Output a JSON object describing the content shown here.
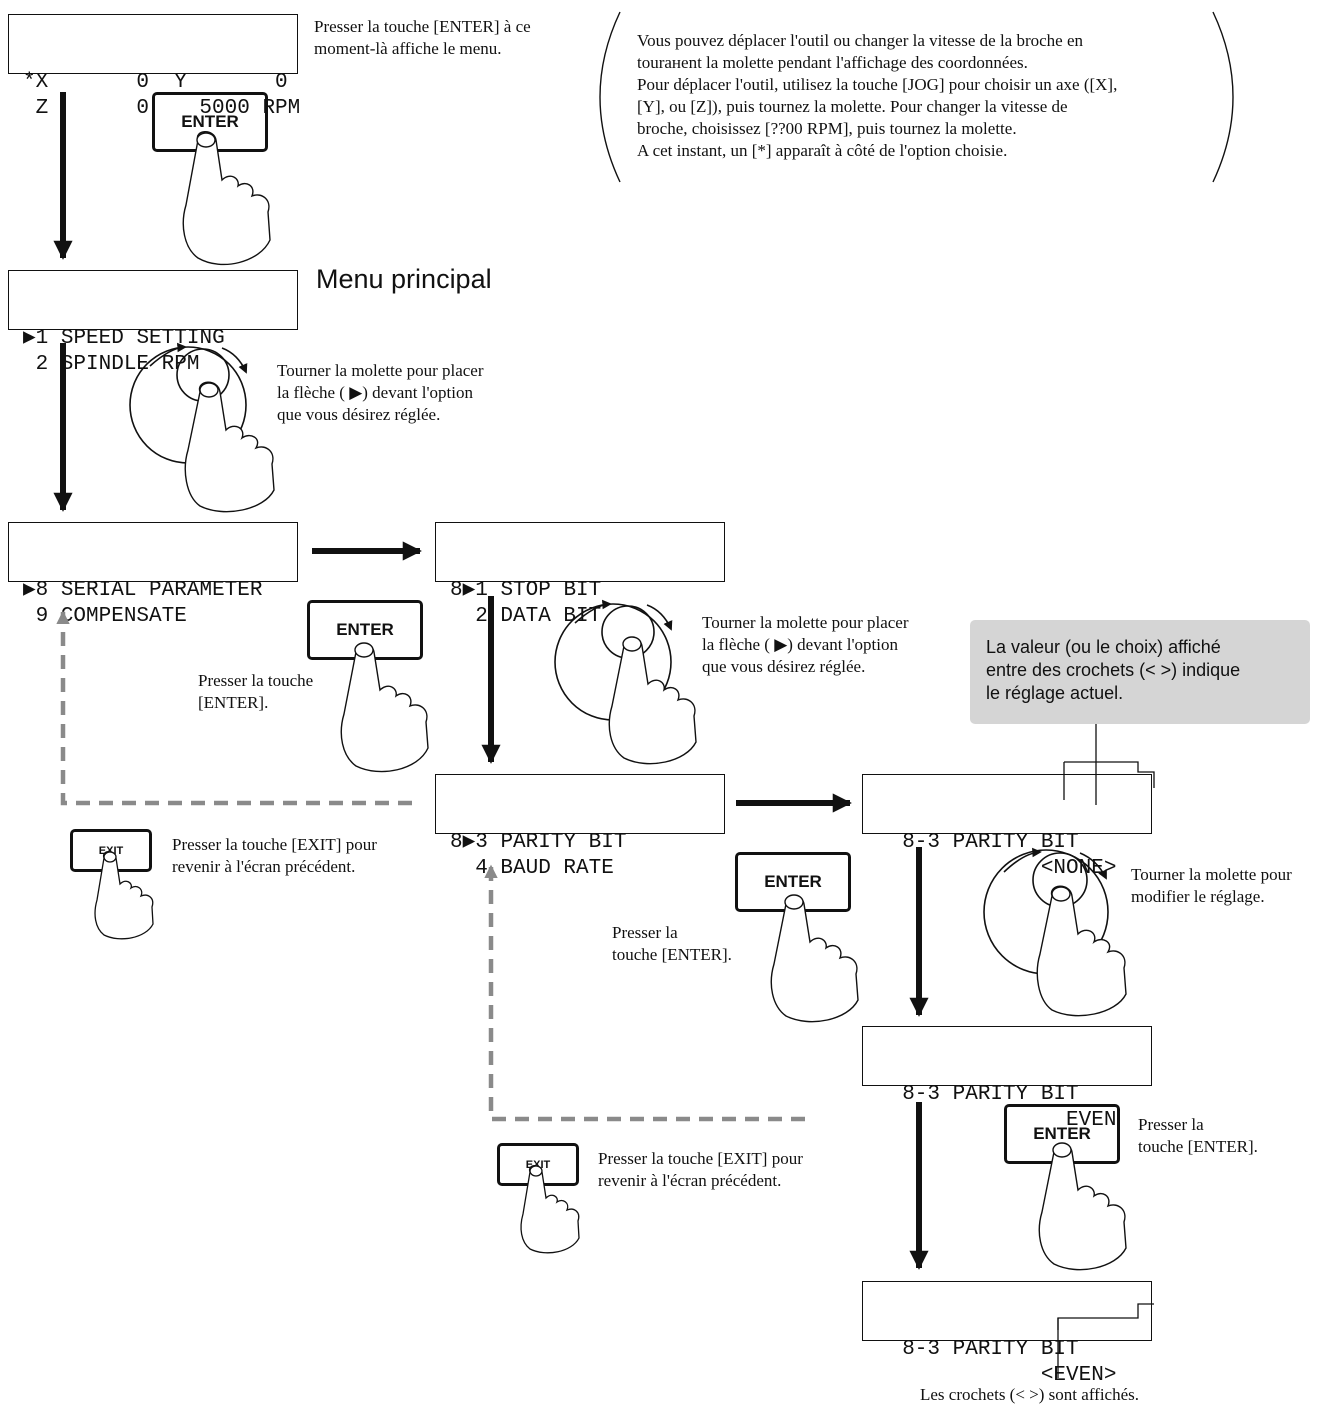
{
  "screens": {
    "coords": [
      "*X       0  Y       0",
      " Z       0    5000 RPM"
    ],
    "main_menu": [
      "▶1 SPEED SETTING",
      " 2 SPINDLE RPM"
    ],
    "serial_menu": [
      "▶8 SERIAL PARAMETER",
      " 9 COMPENSATE"
    ],
    "stop_bit": [
      "8▶1 STOP BIT",
      "  2 DATA BIT"
    ],
    "parity_menu": [
      "8▶3 PARITY BIT",
      "  4 BAUD RATE"
    ],
    "parity_none": [
      "  8-3 PARITY BIT",
      "             <NONE>"
    ],
    "parity_even": [
      "  8-3 PARITY BIT",
      "               EVEN"
    ],
    "parity_even_set": [
      "  8-3 PARITY BIT",
      "             <EVEN>"
    ]
  },
  "keys": {
    "enter": "ENTER",
    "exit": "EXIT"
  },
  "heading_main_menu": "Menu principal",
  "texts": {
    "enter_shows_menu": [
      "Presser la touche [ENTER] à ce",
      "moment-là affiche le menu."
    ],
    "info_paren": [
      "Vous pouvez déplacer l'outil ou changer la vitesse de la broche en",
      "tourанent la molette pendant l'affichage des coordonnées.",
      "Pour déplacer l'outil, utilisez la touche [JOG] pour choisir un axe ([X],",
      "[Y], ou [Z]), puis tournez la molette. Pour changer la vitesse de",
      "broche, choisissez [??00 RPM], puis tournez la molette.",
      "A cet instant, un [*] apparaît à côté de l'option choisie."
    ],
    "turn_dial_1": [
      "Tourner la molette pour placer",
      "la flèche ( ▶) devant l'option",
      "que vous désirez réglée."
    ],
    "turn_dial_2": [
      "Tourner la molette pour placer",
      "la flèche ( ▶) devant l'option",
      "que vous désirez réglée."
    ],
    "press_enter_1": [
      "Presser la touche",
      "[ENTER]."
    ],
    "press_exit_1": [
      "Presser la touche [EXIT] pour",
      "revenir à l'écran précédent."
    ],
    "press_enter_2": [
      "Presser la",
      "touche [ENTER]."
    ],
    "turn_dial_modify": [
      "Tourner la molette pour",
      "modifier le réglage."
    ],
    "press_enter_3": [
      "Presser la",
      "touche [ENTER]."
    ],
    "press_exit_2": [
      "Presser la touche [EXIT] pour",
      "revenir à l'écran précédent."
    ],
    "brackets_shown": "Les crochets (< >) sont affichés."
  },
  "note": [
    "La valeur (ou le choix) affiché",
    "entre des crochets (< >) indique",
    "le réglage actuel."
  ],
  "colors": {
    "line": "#111111",
    "dashed": "#8a8a8a",
    "note_bg": "#d5d5d5"
  }
}
